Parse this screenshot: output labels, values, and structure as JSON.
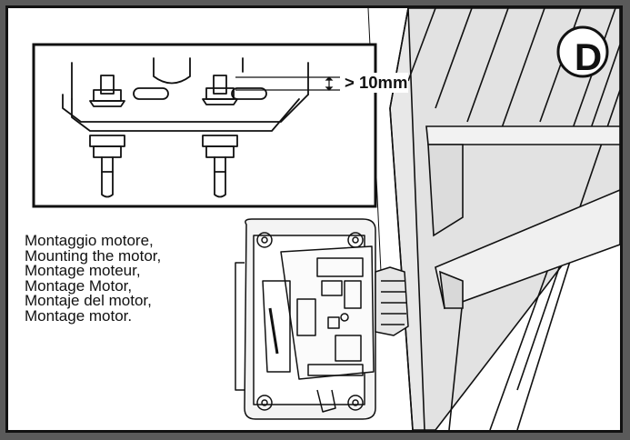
{
  "figure": {
    "step_label": "D",
    "clearance_label": "> 10mm",
    "captions": [
      "Montaggio motore,",
      "Mounting the motor,",
      "Montage moteur,",
      "Montage Motor,",
      "Montaje del motor,",
      "Montage motor."
    ]
  },
  "colors": {
    "outer_border": "#5a5a5a",
    "panel_background": "#ffffff",
    "line_art": "#111111",
    "wall_shading": "#e6e6e6"
  },
  "icons": {
    "step_badge": "circle-letter-badge",
    "clearance_marker": "dimension-arrow-icon"
  }
}
